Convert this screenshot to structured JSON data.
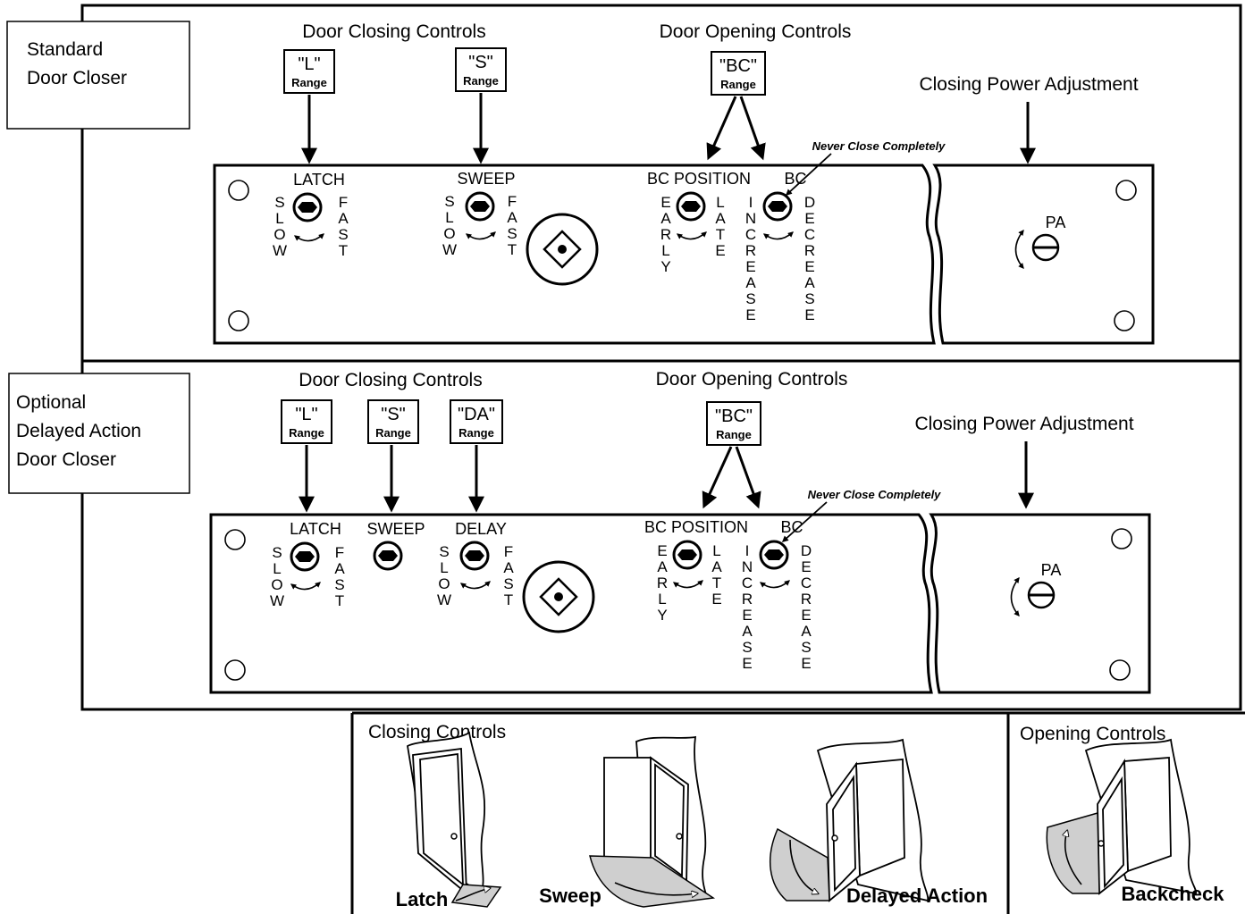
{
  "standard": {
    "side_label_line1": "Standard",
    "side_label_line2": "Door Closer",
    "closing_controls": "Door Closing Controls",
    "opening_controls": "Door Opening Controls",
    "power_adjustment": "Closing Power Adjustment",
    "range_word": "Range",
    "range_L": "\"L\"",
    "range_S": "\"S\"",
    "range_BC": "\"BC\"",
    "never_close": "Never Close Completely",
    "latch": "LATCH",
    "sweep": "SWEEP",
    "bc_position": "BC POSITION",
    "bc": "BC",
    "pa": "PA",
    "slow": [
      "S",
      "L",
      "O",
      "W"
    ],
    "fast": [
      "F",
      "A",
      "S",
      "T"
    ],
    "early": [
      "E",
      "A",
      "R",
      "L",
      "Y"
    ],
    "late": [
      "L",
      "A",
      "T",
      "E"
    ],
    "increase": [
      "I",
      "N",
      "C",
      "R",
      "E",
      "A",
      "S",
      "E"
    ],
    "decrease": [
      "D",
      "E",
      "C",
      "R",
      "E",
      "A",
      "S",
      "E"
    ]
  },
  "delayed": {
    "side_label_line1": "Optional",
    "side_label_line2": "Delayed Action",
    "side_label_line3": "Door Closer",
    "closing_controls": "Door Closing Controls",
    "opening_controls": "Door Opening Controls",
    "power_adjustment": "Closing Power Adjustment",
    "range_word": "Range",
    "range_L": "\"L\"",
    "range_S": "\"S\"",
    "range_DA": "\"DA\"",
    "range_BC": "\"BC\"",
    "never_close": "Never Close Completely",
    "latch": "LATCH",
    "sweep": "SWEEP",
    "delay": "DELAY",
    "bc_position": "BC POSITION",
    "bc": "BC",
    "pa": "PA"
  },
  "legend": {
    "closing_controls": "Closing Controls",
    "opening_controls": "Opening Controls",
    "latch": "Latch",
    "sweep": "Sweep",
    "delayed_action": "Delayed Action",
    "backcheck": "Backcheck"
  }
}
